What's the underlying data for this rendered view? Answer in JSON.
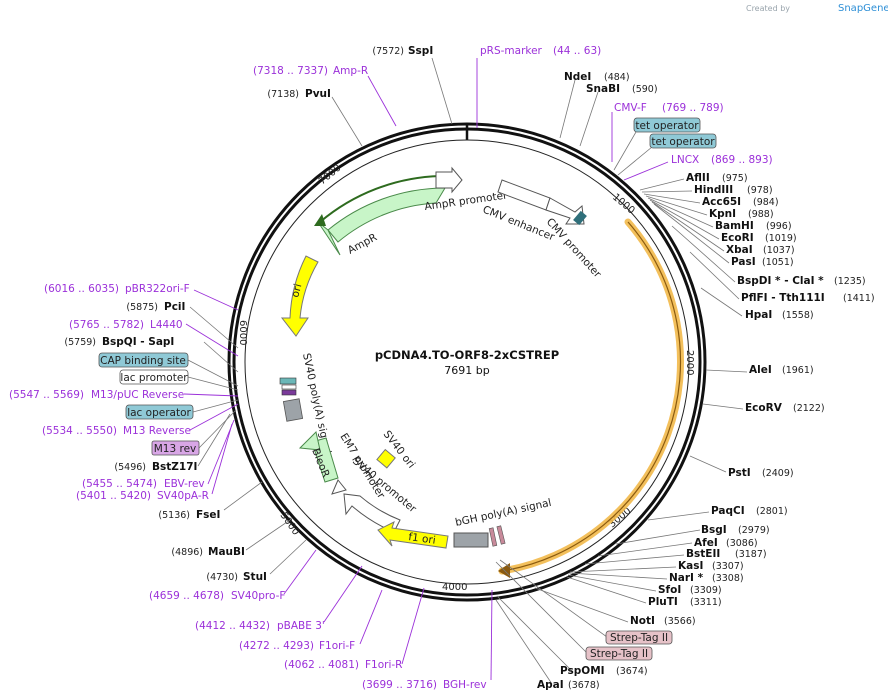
{
  "credit": {
    "text": "Created by",
    "brand": "SnapGene"
  },
  "plasmid": {
    "name": "pCDNA4.TO-ORF8-2xCSTREP",
    "size_label": "7691 bp"
  },
  "ticks": [
    "1000",
    "2000",
    "3000",
    "4000",
    "5000",
    "6000",
    "7000"
  ],
  "features": {
    "ampr_promoter": "AmpR promoter",
    "ampr": "AmpR",
    "cmv_enhancer": "CMV enhancer",
    "cmv_promoter": "CMV promoter",
    "ori": "ori",
    "sv40_polya": "SV40 poly(A) signal",
    "em7": "EM7 promoter",
    "bleor": "BleoR",
    "sv40_ori": "SV40 ori",
    "sv40_promoter": "SV40 promoter",
    "f1_ori": "f1 ori",
    "bgh": "bGH poly(A) signal"
  },
  "sites": {
    "sspi": {
      "name": "SspI",
      "pos": "(7572)"
    },
    "pvui": {
      "name": "PvuI",
      "pos": "(7138)"
    },
    "ndei": {
      "name": "NdeI",
      "pos": "(484)"
    },
    "snabi": {
      "name": "SnaBI",
      "pos": "(590)"
    },
    "aflii": {
      "name": "AflII",
      "pos": "(975)"
    },
    "hindiii": {
      "name": "HindIII",
      "pos": "(978)"
    },
    "acc65i": {
      "name": "Acc65I",
      "pos": "(984)"
    },
    "kpni": {
      "name": "KpnI",
      "pos": "(988)"
    },
    "bamhi": {
      "name": "BamHI",
      "pos": "(996)"
    },
    "ecori": {
      "name": "EcoRI",
      "pos": "(1019)"
    },
    "xbai": {
      "name": "XbaI",
      "pos": "(1037)"
    },
    "pasi": {
      "name": "PasI",
      "pos": "(1051)"
    },
    "bspdi": {
      "name": "BspDI * - ClaI *",
      "pos": "(1235)"
    },
    "pflfi": {
      "name": "PflFI - Tth111I",
      "pos": "(1411)"
    },
    "hpai": {
      "name": "HpaI",
      "pos": "(1558)"
    },
    "alei": {
      "name": "AleI",
      "pos": "(1961)"
    },
    "ecorv": {
      "name": "EcoRV",
      "pos": "(2122)"
    },
    "psti": {
      "name": "PstI",
      "pos": "(2409)"
    },
    "paqci": {
      "name": "PaqCI",
      "pos": "(2801)"
    },
    "bsgi": {
      "name": "BsgI",
      "pos": "(2979)"
    },
    "afei": {
      "name": "AfeI",
      "pos": "(3086)"
    },
    "bsteii": {
      "name": "BstEII",
      "pos": "(3187)"
    },
    "kasi": {
      "name": "KasI",
      "pos": "(3307)"
    },
    "nari": {
      "name": "NarI *",
      "pos": "(3308)"
    },
    "sfoi": {
      "name": "SfoI",
      "pos": "(3309)"
    },
    "plutI": {
      "name": "PluTI",
      "pos": "(3311)"
    },
    "noti": {
      "name": "NotI",
      "pos": "(3566)"
    },
    "pspomi": {
      "name": "PspOMI",
      "pos": "(3674)"
    },
    "apai": {
      "name": "ApaI",
      "pos": "(3678)"
    },
    "pcii": {
      "name": "PciI",
      "pos": "(5875)"
    },
    "bspqi": {
      "name": "BspQI - SapI",
      "pos": "(5759)"
    },
    "bstz17i": {
      "name": "BstZ17I",
      "pos": "(5496)"
    },
    "fsei": {
      "name": "FseI",
      "pos": "(5136)"
    },
    "maubi": {
      "name": "MauBI",
      "pos": "(4896)"
    },
    "stui": {
      "name": "StuI",
      "pos": "(4730)"
    }
  },
  "primers": {
    "prs": {
      "name": "pRS-marker",
      "pos": "(44 .. 63)"
    },
    "ampr": {
      "name": "Amp-R",
      "pos": "(7318 .. 7337)"
    },
    "cmvf": {
      "name": "CMV-F",
      "pos": "(769 .. 789)"
    },
    "lncx": {
      "name": "LNCX",
      "pos": "(869 .. 893)"
    },
    "pbr": {
      "name": "pBR322ori-F",
      "pos": "(6016 .. 6035)"
    },
    "l4440": {
      "name": "L4440",
      "pos": "(5765 .. 5782)"
    },
    "m13puc": {
      "name": "M13/pUC Reverse",
      "pos": "(5547 .. 5569)"
    },
    "m13rev": {
      "name": "M13 Reverse",
      "pos": "(5534 .. 5550)"
    },
    "ebv": {
      "name": "EBV-rev",
      "pos": "(5455 .. 5474)"
    },
    "sv40pa": {
      "name": "SV40pA-R",
      "pos": "(5401 .. 5420)"
    },
    "sv40pro": {
      "name": "SV40pro-F",
      "pos": "(4659 .. 4678)"
    },
    "pbabe": {
      "name": "pBABE 3'",
      "pos": "(4412 .. 4432)"
    },
    "f1orif": {
      "name": "F1ori-F",
      "pos": "(4272 .. 4293)"
    },
    "f1orir": {
      "name": "F1ori-R",
      "pos": "(4062 .. 4081)"
    },
    "bgh": {
      "name": "BGH-rev",
      "pos": "(3699 .. 3716)"
    }
  },
  "boxes": {
    "tet1": "tet operator",
    "tet2": "tet operator",
    "cap": "CAP binding site",
    "lacprom": "lac promoter",
    "lacop": "lac operator",
    "m13rev": "M13 rev",
    "strep1": "Strep-Tag II",
    "strep2": "Strep-Tag II"
  },
  "colors": {
    "backbone": "#111111",
    "primer": "#9b30d9",
    "ampr": "#c8f5c8",
    "ori": "#ffff00",
    "f1ori": "#ffff00",
    "orf": "#f2b94a",
    "tet_operator": "#8fc9d6",
    "strep_tag": "#e6c2c8",
    "m13rev": "#d8a6e6",
    "polya": "#9da3a8"
  }
}
